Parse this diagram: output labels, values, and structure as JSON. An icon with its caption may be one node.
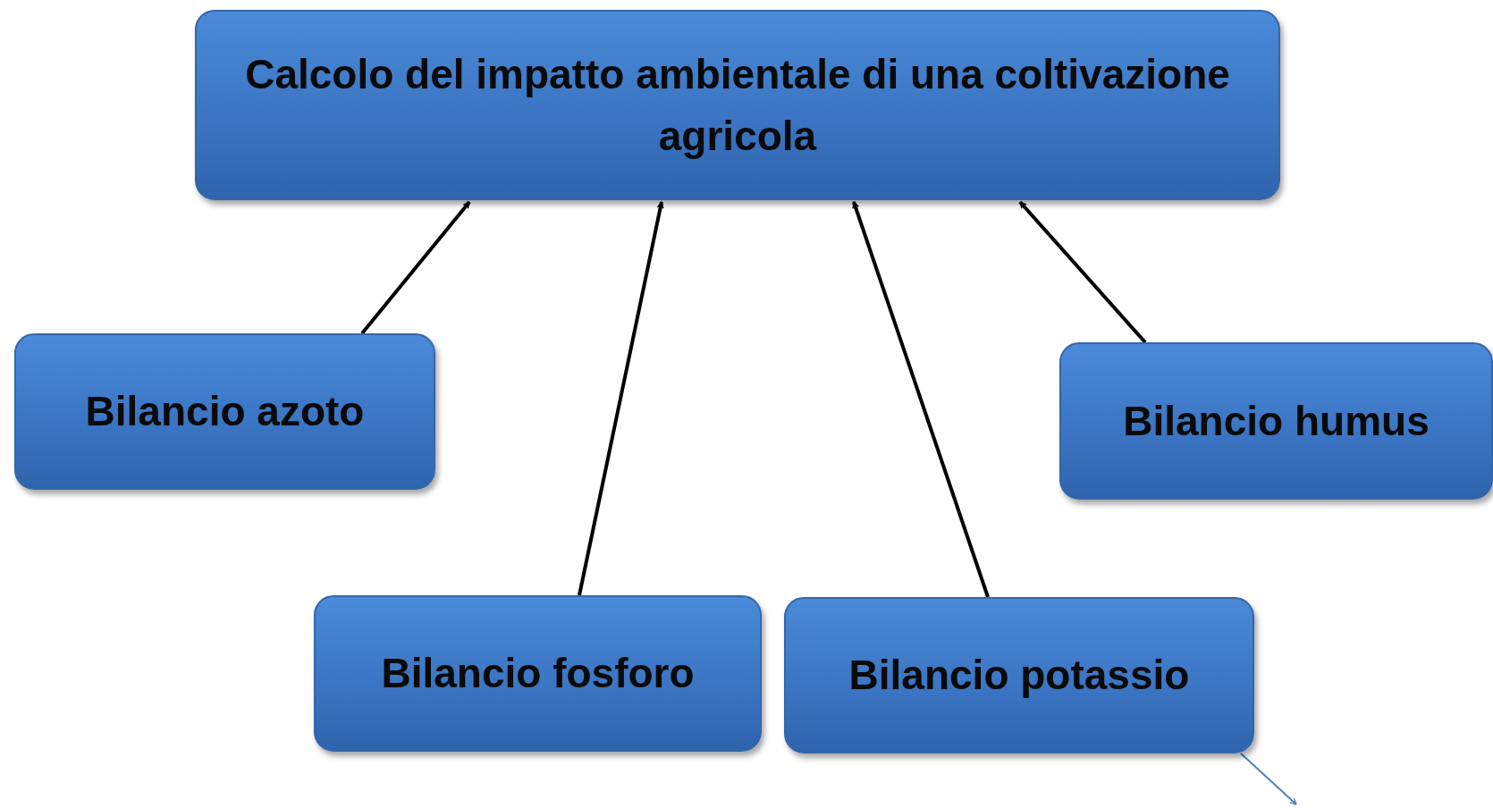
{
  "diagram": {
    "nodes": [
      {
        "text": [
          "Calcolo del impatto ambientale di una coltivazione agricola"
        ]
      },
      {
        "text": [
          "Bilancio azoto"
        ]
      },
      {
        "text": [
          "Bilancio humus"
        ]
      },
      {
        "text": [
          "Bilancio fosforo"
        ]
      },
      {
        "text": [
          "Bilancio potassio"
        ]
      }
    ],
    "edges": [
      {
        "from": 1,
        "to": 0,
        "arrow": "to"
      },
      {
        "from": 3,
        "to": 0,
        "arrow": "to"
      },
      {
        "from": 4,
        "to": 0,
        "arrow": "to"
      },
      {
        "from": 2,
        "to": 0,
        "arrow": "to"
      },
      {
        "from": 4,
        "to": null,
        "arrow": "to",
        "color": "#4f81bd"
      }
    ]
  }
}
